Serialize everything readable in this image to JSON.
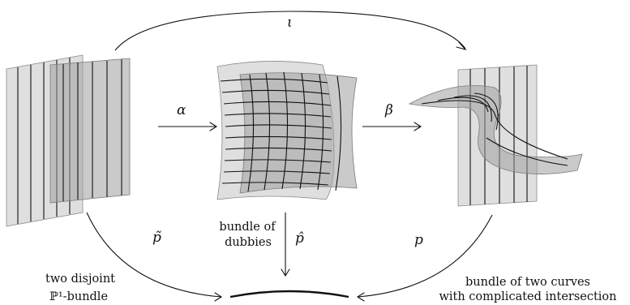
{
  "labels": {
    "iota": "ι",
    "alpha": "α",
    "beta": "β",
    "p_tilde": "p̃",
    "p_hat": "p̂",
    "p": "p"
  },
  "captions": {
    "left": [
      "two disjoint",
      "ℙ¹-bundle"
    ],
    "middle": [
      "bundle of",
      "dubbies"
    ],
    "right": [
      "bundle of two curves",
      "with complicated intersection"
    ]
  }
}
